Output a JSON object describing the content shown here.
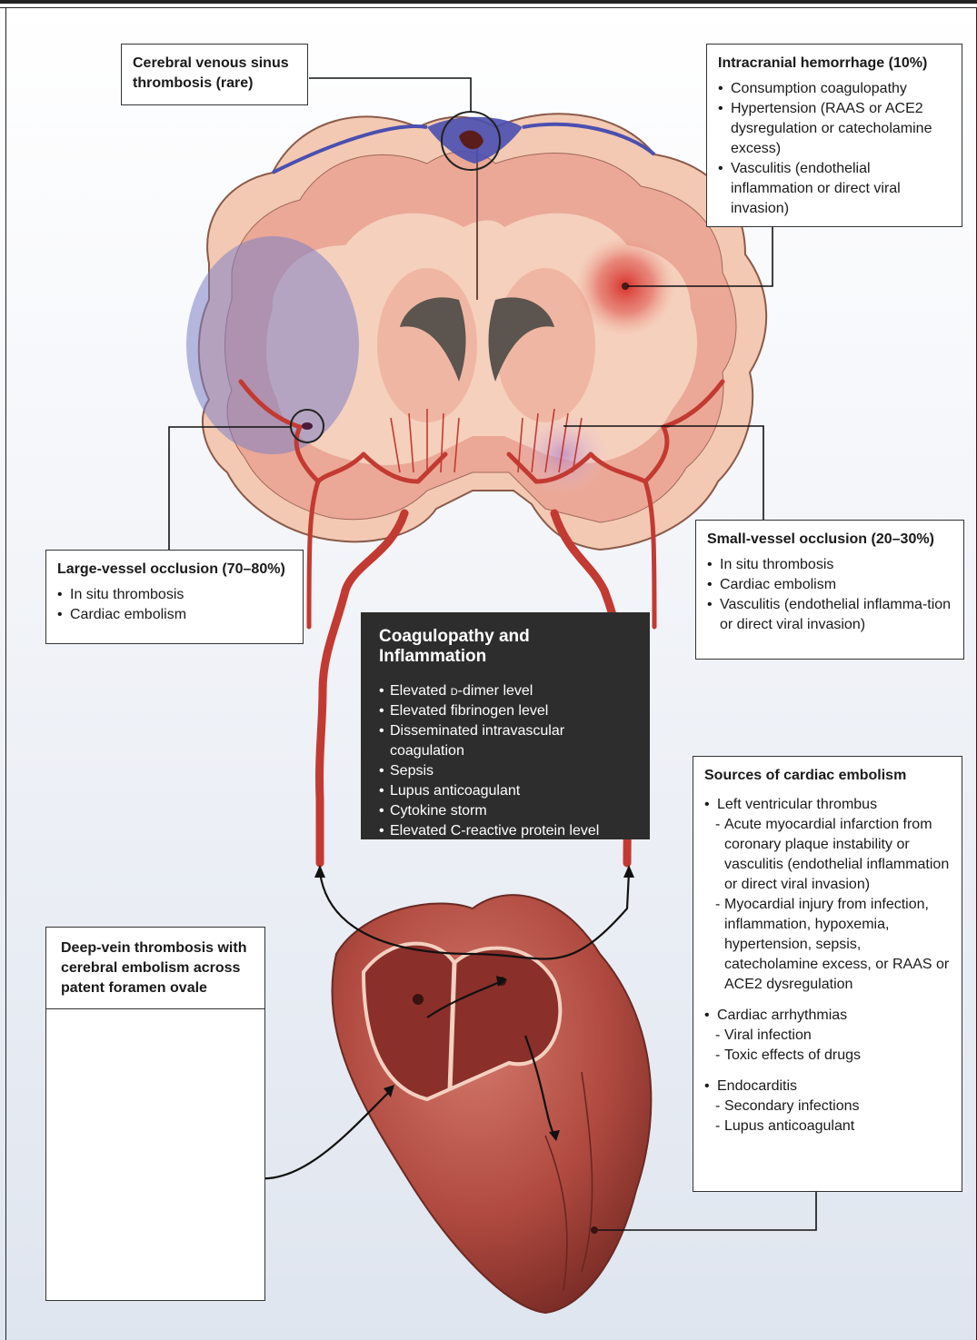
{
  "labels": {
    "cvst": {
      "title": "Cerebral venous sinus thrombosis (rare)"
    },
    "ich": {
      "title": "Intracranial hemorrhage (10%)",
      "items": [
        "Consumption coagulopathy",
        "Hypertension (RAAS or ACE2 dysregulation or catecholamine excess)",
        "Vasculitis (endothelial inflammation or direct viral invasion)"
      ]
    },
    "lvo": {
      "title": "Large-vessel occlusion (70–80%)",
      "items": [
        "In situ thrombosis",
        "Cardiac embolism"
      ]
    },
    "svo": {
      "title": "Small-vessel occlusion (20–30%)",
      "items": [
        "In situ thrombosis",
        "Cardiac embolism",
        "Vasculitis (endothelial inflamma-tion or direct viral invasion)"
      ]
    },
    "coag": {
      "title": "Coagulopathy and Inflammation",
      "items": [
        "Elevated d-dimer level",
        "Elevated fibrinogen level",
        "Disseminated intravascular coagulation",
        "Sepsis",
        "Lupus anticoagulant",
        "Cytokine storm",
        "Elevated C-reactive protein level"
      ]
    },
    "cardiac": {
      "title": "Sources of cardiac embolism",
      "lv": "Left ventricular thrombus",
      "lv_sub": [
        "Acute myocardial infarction from coronary plaque instability or vasculitis (endothelial inflammation or direct viral invasion)",
        "Myocardial injury from infection, inflammation, hypoxemia, hypertension, sepsis, catecholamine excess, or RAAS or ACE2 dysregulation"
      ],
      "arr": "Cardiac arrhythmias",
      "arr_sub": [
        "Viral infection",
        "Toxic effects of drugs"
      ],
      "endo": "Endocarditis",
      "endo_sub": [
        "Secondary infections",
        "Lupus anticoagulant"
      ]
    },
    "dvt": {
      "title": "Deep-vein thrombosis with cerebral embolism across patent foramen ovale"
    }
  },
  "colors": {
    "artery": "#c23a32",
    "brain": "#f3c9b3",
    "gray_matter": "#e9a995",
    "ventricle": "#5c544e",
    "infarct": "#7d7fc7",
    "hemorrhage": "#d9302c",
    "vein": "#4a4fb0",
    "heart": "#b24b42",
    "callout_dark": "#2d2d2d"
  }
}
